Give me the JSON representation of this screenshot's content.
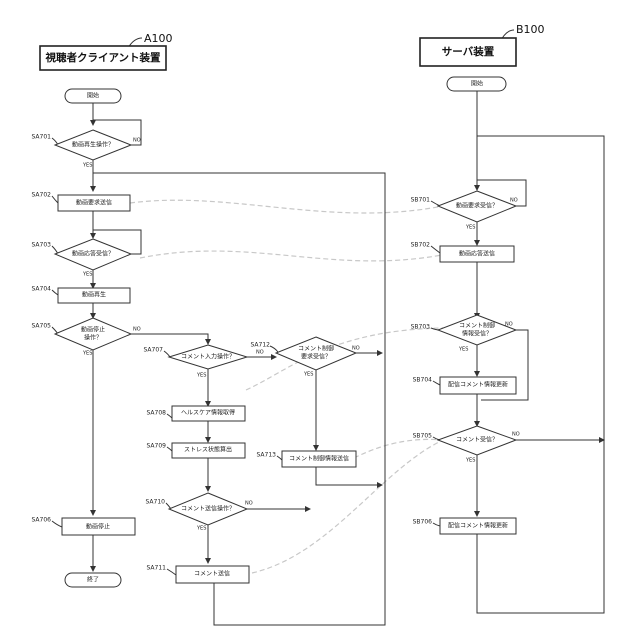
{
  "refs": {
    "client": "A100",
    "server": "B100"
  },
  "headers": {
    "client": "視聴者クライアント装置",
    "server": "サーバ装置"
  },
  "yes": "YES",
  "no": "NO",
  "client": {
    "start": "開始",
    "end": "終了",
    "steps": {
      "SA701": {
        "id": "SA701",
        "text": "動画再生操作？"
      },
      "SA702": {
        "id": "SA702",
        "text": "動画要求送信"
      },
      "SA703": {
        "id": "SA703",
        "text": "動画応答受信？"
      },
      "SA704": {
        "id": "SA704",
        "text": "動画再生"
      },
      "SA705": {
        "id": "SA705",
        "text": "動画停止",
        "text2": "操作？"
      },
      "SA706": {
        "id": "SA706",
        "text": "動画停止"
      },
      "SA707": {
        "id": "SA707",
        "text": "コメント入力操作？"
      },
      "SA708": {
        "id": "SA708",
        "text": "ヘルスケア情報取得"
      },
      "SA709": {
        "id": "SA709",
        "text": "ストレス状態算出"
      },
      "SA710": {
        "id": "SA710",
        "text": "コメント送信操作？"
      },
      "SA711": {
        "id": "SA711",
        "text": "コメント送信"
      },
      "SA712": {
        "id": "SA712",
        "text": "コメント制御",
        "text2": "要求受信？"
      },
      "SA713": {
        "id": "SA713",
        "text": "コメント制御情報送信"
      }
    }
  },
  "server": {
    "start": "開始",
    "steps": {
      "SB701": {
        "id": "SB701",
        "text": "動画要求受信？"
      },
      "SB702": {
        "id": "SB702",
        "text": "動画応答送信"
      },
      "SB703": {
        "id": "SB703",
        "text": "コメント制御",
        "text2": "情報受信？"
      },
      "SB704": {
        "id": "SB704",
        "text": "配信コメント情報更新"
      },
      "SB705": {
        "id": "SB705",
        "text": "コメント受信？"
      },
      "SB706": {
        "id": "SB706",
        "text": "配信コメント情報更新"
      }
    }
  }
}
